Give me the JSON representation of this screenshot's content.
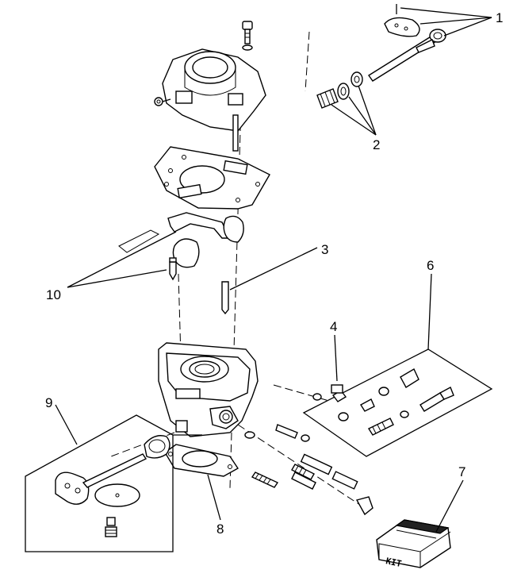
{
  "callouts": {
    "c1": "1",
    "c2": "2",
    "c3": "3",
    "c4": "4",
    "c6": "6",
    "c7": "7",
    "c8": "8",
    "c9": "9",
    "c10": "10"
  },
  "kit_box_label": "KIT"
}
